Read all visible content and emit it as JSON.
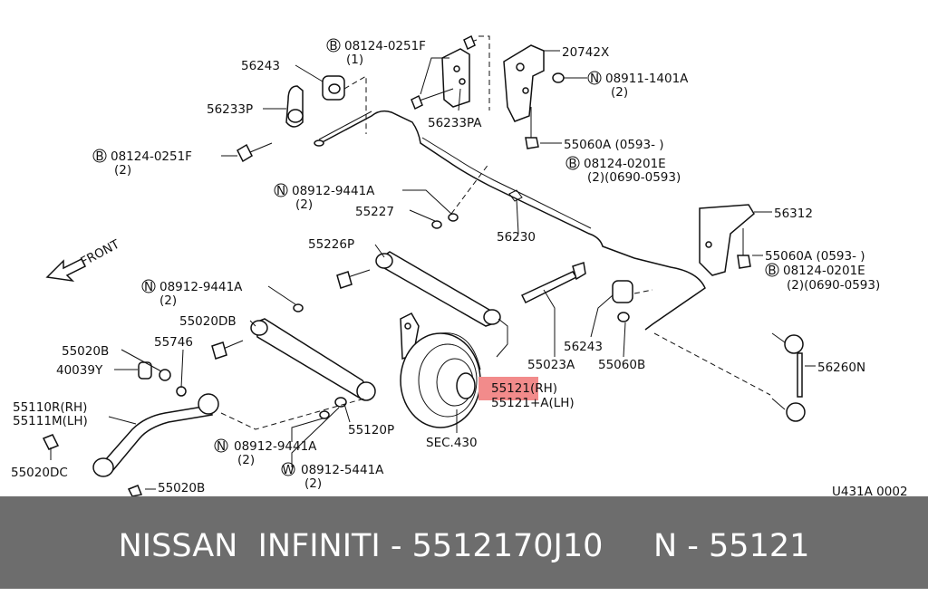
{
  "diagram": {
    "labels": {
      "l56243a": "56243",
      "l08124a": "08124-0251F",
      "l08124a_q": "(1)",
      "l20742x": "20742X",
      "l08911": "08911-1401A",
      "l08911_q": "(2)",
      "l56233p": "56233P",
      "l56233pa": "56233PA",
      "l08124b": "08124-0251F",
      "l08124b_q": "(2)",
      "l55060a_1": "55060A (0593-     )",
      "l08124c": "08124-0201E",
      "l08124c_q": "(2)(0690-0593)",
      "l08912a": "08912-9441A",
      "l08912a_q": "(2)",
      "l55227": "55227",
      "l56230": "56230",
      "l56312": "56312",
      "l55226p": "55226P",
      "l55060a_2": "55060A (0593-     )",
      "l08124d": "08124-0201E",
      "l08124d_q": "(2)(0690-0593)",
      "front": "FRONT",
      "l08912b": "08912-9441A",
      "l08912b_q": "(2)",
      "l55020db": "55020DB",
      "l55746": "55746",
      "l55020b_1": "55020B",
      "l40039y": "40039Y",
      "l56243b": "56243",
      "l55023a": "55023A",
      "l55060b": "55060B",
      "l56260n": "56260N",
      "l55121rh": "55121(RH)",
      "l55121lh": "55121+A(LH)",
      "l55110r": "55110R(RH)",
      "l55111m": "55111M(LH)",
      "l55120p": "55120P",
      "lsec": "SEC.430",
      "l08912c": "08912-9441A",
      "l08912c_q": "(2)",
      "l08912w": "08912-5441A",
      "l08912w_q": "(2)",
      "l55020dc": "55020DC",
      "l55020b_2": "55020B",
      "code": "U431A 0002"
    },
    "markers": {
      "b": "B",
      "n": "N",
      "w": "W"
    },
    "highlight_color": "#f28b8b"
  },
  "banner": {
    "text": "NISSAN  INFINITI - 5512170J10     N - 55121",
    "background": "#6d6d6d",
    "text_color": "#ffffff"
  }
}
